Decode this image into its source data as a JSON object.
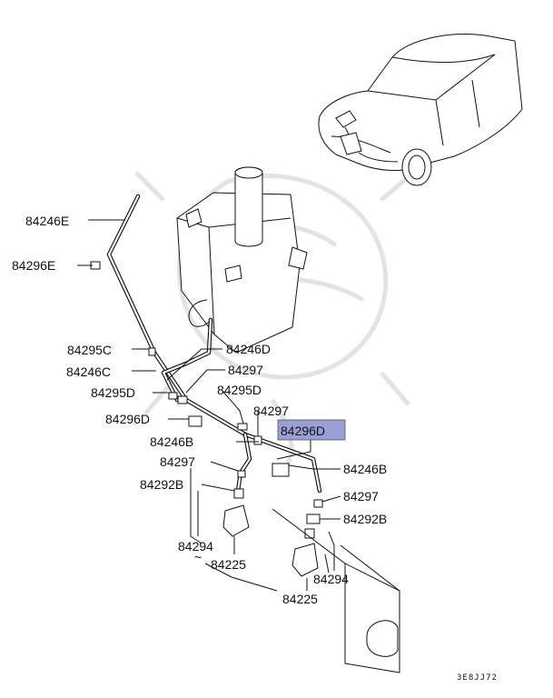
{
  "diagram": {
    "code": "3E8JJ72",
    "highlight_color": "#9a9fd6",
    "labels": {
      "l84246E": "84246E",
      "l84296E": "84296E",
      "l84295C": "84295C",
      "l84246D": "84246D",
      "l84246C": "84246C",
      "l84297a": "84297",
      "l84295Da": "84295D",
      "l84295Db": "84295D",
      "l84296Da": "84296D",
      "l84297b": "84297",
      "l84296Dhl": "84296D",
      "l84246B_l": "84246B",
      "l84297c": "84297",
      "l84246B_r": "84246B",
      "l84292B_l": "84292B",
      "l84297d": "84297",
      "l84292B_r": "84292B",
      "l84294_l": "84294",
      "l84225_l": "84225",
      "l84294_r": "84294",
      "l84225_r": "84225"
    }
  }
}
